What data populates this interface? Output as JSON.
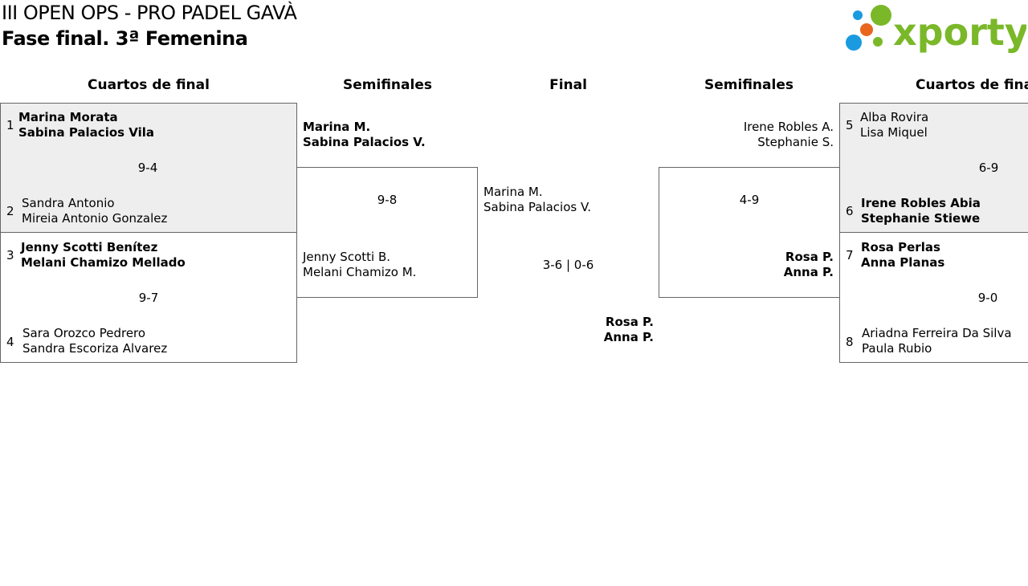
{
  "header": {
    "tournament": "III OPEN OPS - PRO PADEL GAVÀ",
    "phase": "Fase final. 3ª Femenina",
    "logo_text": "xporty",
    "logo_colors": {
      "blue": "#1a9be0",
      "orange": "#e8661e",
      "green": "#7ab829"
    }
  },
  "rounds": {
    "left_qf": "Cuartos de final",
    "left_sf": "Semifinales",
    "final": "Final",
    "right_sf": "Semifinales",
    "right_qf": "Cuartos de final"
  },
  "left_qf": {
    "m1": {
      "seed_a": "1",
      "a1": "Marina Morata",
      "a2": "Sabina Palacios Vila",
      "score": "9-4",
      "seed_b": "2",
      "b1": "Sandra Antonio",
      "b2": "Mireia Antonio Gonzalez"
    },
    "m2": {
      "seed_a": "3",
      "a1": "Jenny Scotti Benítez",
      "a2": "Melani Chamizo Mellado",
      "score": "9-7",
      "seed_b": "4",
      "b1": "Sara Orozco Pedrero",
      "b2": "Sandra Escoriza Alvarez"
    }
  },
  "right_qf": {
    "m1": {
      "seed_a": "5",
      "a1": "Alba Rovira",
      "a2": "Lisa Miquel",
      "score": "6-9",
      "seed_b": "6",
      "b1": "Irene Robles Abia",
      "b2": "Stephanie Stiewe"
    },
    "m2": {
      "seed_a": "7",
      "a1": "Rosa Perlas",
      "a2": "Anna Planas",
      "score": "9-0",
      "seed_b": "8",
      "b1": "Ariadna Ferreira Da Silva",
      "b2": "Paula Rubio"
    }
  },
  "left_sf": {
    "a1": "Marina M.",
    "a2": "Sabina Palacios V.",
    "score": "9-8",
    "b1": "Jenny Scotti B.",
    "b2": "Melani Chamizo M."
  },
  "right_sf": {
    "a1": "Irene Robles A.",
    "a2": "Stephanie S.",
    "score": "4-9",
    "b1": "Rosa P.",
    "b2": "Anna P."
  },
  "final": {
    "a1": "Marina M.",
    "a2": "Sabina Palacios V.",
    "score": "3-6 | 0-6",
    "b1": "Rosa P.",
    "b2": "Anna P."
  }
}
